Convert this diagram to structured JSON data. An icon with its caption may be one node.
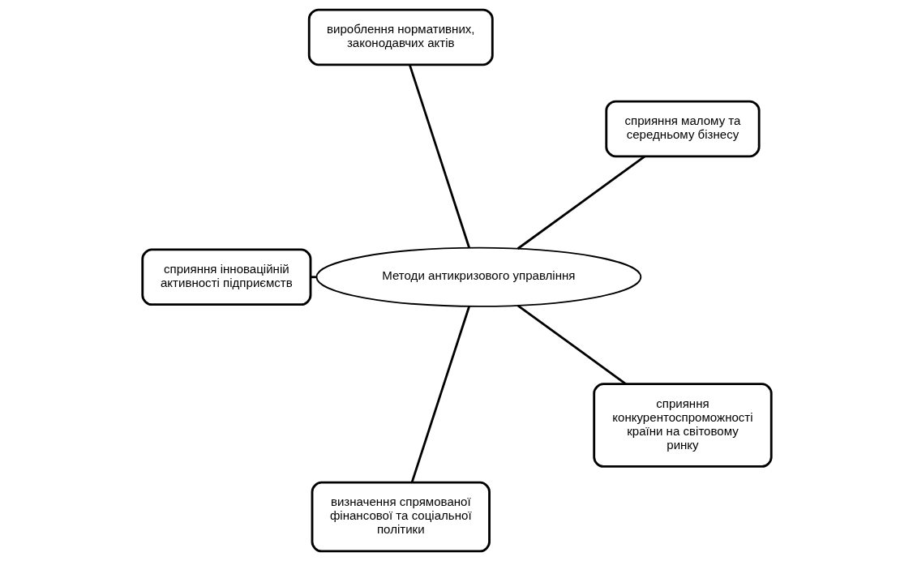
{
  "diagram": {
    "nodes": [
      {
        "text": [
          "сприяння малому та середньому бізнесу"
        ]
      },
      {
        "text": [
          "вироблення нормативних, законодавчих актів"
        ]
      },
      {
        "text": [
          "сприяння інноваційній активності підприємств"
        ]
      },
      {
        "text": [
          "Методи антикризового управління"
        ]
      },
      {
        "text": [
          "визначення спрямованої фінансової та соціальної політики"
        ]
      },
      {
        "text": [
          "сприяння конкурентоспроможності країни на світовому ринку"
        ]
      }
    ],
    "edges": [
      {
        "from": 3,
        "to": 0,
        "arrow": "none"
      },
      {
        "from": 3,
        "to": 1,
        "arrow": "none"
      },
      {
        "from": 3,
        "to": 2,
        "arrow": "none"
      },
      {
        "from": 3,
        "to": 4,
        "arrow": "none"
      },
      {
        "from": 3,
        "to": 5,
        "arrow": "none"
      }
    ]
  }
}
